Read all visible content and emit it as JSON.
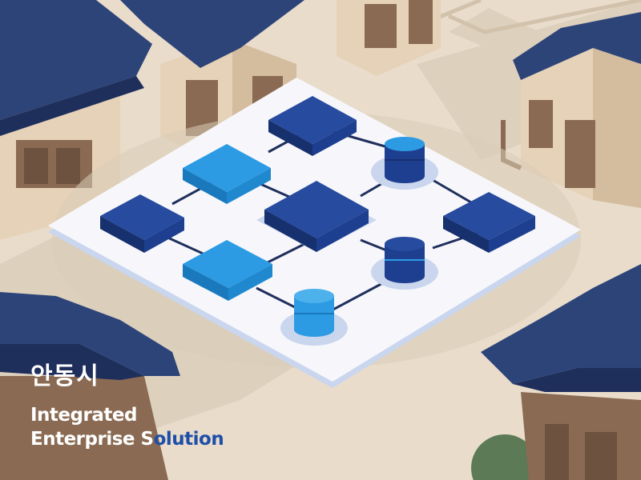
{
  "caption": {
    "city": "안동시",
    "line1": "Integrated",
    "line2_start": "Enterprise S",
    "line2_end": "olution",
    "accent_color": "#1e4fa8"
  },
  "palette": {
    "ground": "#e9dccb",
    "path": "#ddd0bd",
    "wall": "#e6d2b8",
    "wall_shadow": "#d4bc9e",
    "timber": "#8a6a52",
    "roof": "#2d4479",
    "roof_dark": "#1f2f5c",
    "board": "#f7f7fb",
    "board_edge": "#c9d6ee",
    "block_dark": "#1e3f8f",
    "block_light": "#1f8fd8",
    "connector": "#1f2f5c"
  },
  "icons": [
    "database-icon",
    "server-block-icon",
    "hanok-roof-icon"
  ]
}
